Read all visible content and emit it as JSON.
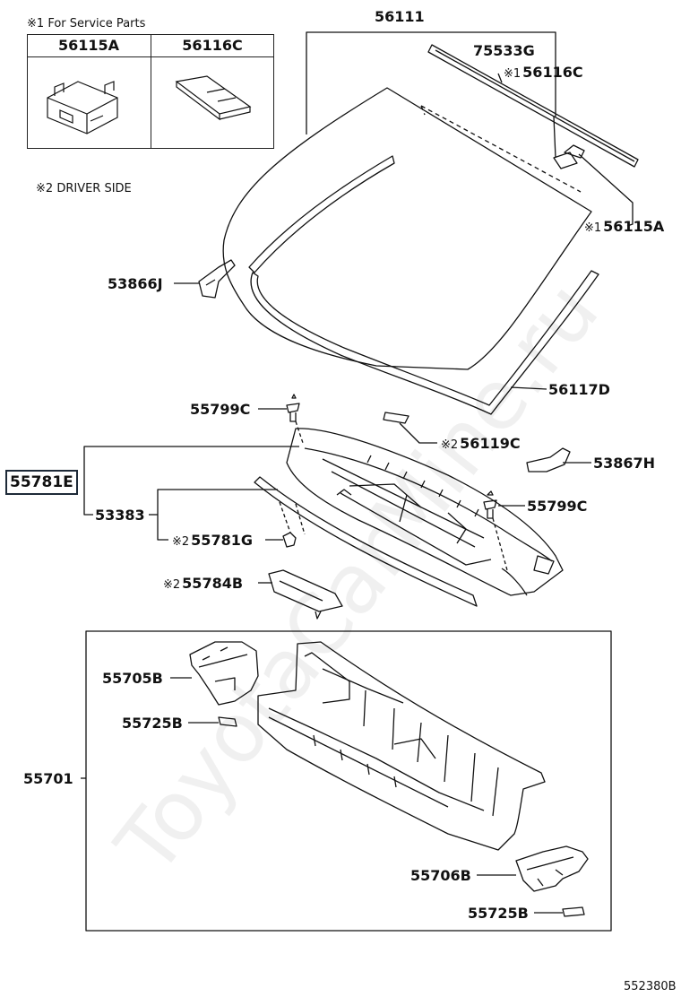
{
  "service_parts": {
    "heading_mark": "※1",
    "heading": "For Service Parts",
    "col1": "56115A",
    "col2": "56116C"
  },
  "note_driver": {
    "mark": "※2",
    "text": "DRIVER SIDE"
  },
  "parts": {
    "p56111": "56111",
    "p75533G": "75533G",
    "p56116C": "56116C",
    "p56115A": "56115A",
    "p53866J": "53866J",
    "p56117D": "56117D",
    "p55799C_top": "55799C",
    "p56119C": "56119C",
    "p53867H": "53867H",
    "p55781E": "55781E",
    "p53383": "53383",
    "p55799C_right": "55799C",
    "p55781G": "55781G",
    "p55784B": "55784B",
    "p55705B": "55705B",
    "p55725B_left": "55725B",
    "p55701": "55701",
    "p55706B": "55706B",
    "p55725B_right": "55725B"
  },
  "marks": {
    "m1": "※1",
    "m2": "※2"
  },
  "diagram_code": "552380B",
  "watermark": "ToyotaCarMine.ru",
  "colors": {
    "line": "#111111",
    "callout_border": "#1e2a38"
  }
}
